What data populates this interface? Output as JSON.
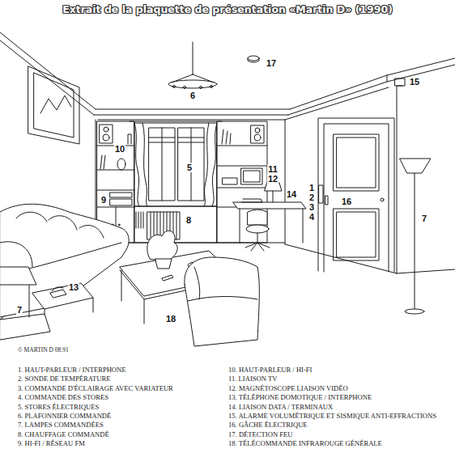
{
  "diagram": {
    "title": "Extrait de la plaquette de présentation «Martin D» (1990)",
    "labels": [
      "17",
      "6",
      "15",
      "10",
      "5",
      "11",
      "12",
      "14",
      "1",
      "2",
      "16",
      "3",
      "4",
      "7",
      "9",
      "8",
      "13",
      "7",
      "18",
      "© MARTIN D 08.91",
      "1. HAUT-PARLEUR / INTERPHONE",
      "2. SONDE DE TEMPÉRATURE",
      "3. COMMANDE D'ÉCLAIRAGE AVEC VARIATEUR",
      "4. COMMANDE DES STORES",
      "5. STORES ÉLECTRIQUES",
      "6. PLAFONNIER COMMANDÉ",
      "7. LAMPES COMMANDÉES",
      "8. CHAUFFAGE COMMANDÉ",
      "9. HI-FI / RÉSEAU FM",
      "10. HAUT-PARLEUR / HI-FI",
      "11. LIAISON TV",
      "12. MAGNÉTOSCOPE LIAISON VIDÉO",
      "13. TÉLÉPHONE DOMOTIQUE / INTERPHONE",
      "14. LIAISON DATA / TERMINAUX",
      "15. ALARME VOLUMÉTRIQUE ET SISMIQUE ANTI-EFFRACTIONS",
      "16. GÂCHE ÉLECTRIQUE",
      "17. DÉTECTION FEU",
      "18. TÉLÉCOMMANDE INFRAROUGE GÉNÉRALE"
    ]
  }
}
